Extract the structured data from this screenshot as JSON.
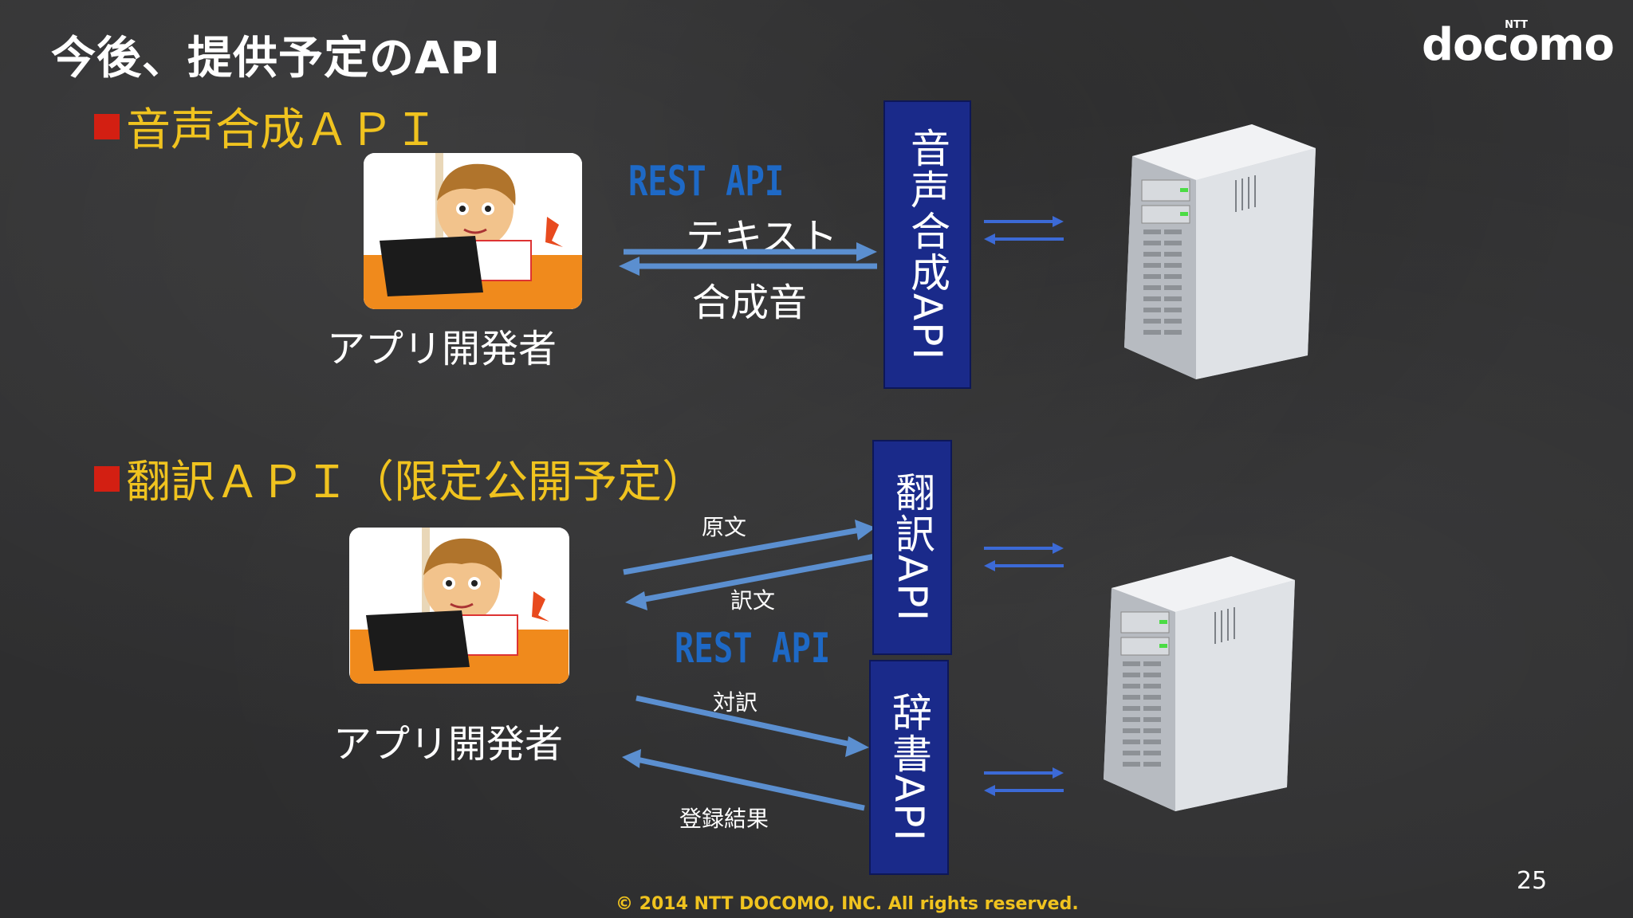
{
  "slide": {
    "title": "今後、提供予定のAPI",
    "logo": {
      "main": "docomo",
      "sup": "NTT"
    },
    "page_number": "25",
    "copyright": "© 2014  NTT DOCOMO, INC. All rights reserved."
  },
  "section1": {
    "heading": "音声合成ＡＰＩ",
    "developer_label": "アプリ開発者",
    "rest_api": "REST API",
    "request_label": "テキスト",
    "response_label": "合成音",
    "api_box": "音声合成API"
  },
  "section2": {
    "heading": "翻訳ＡＰＩ（限定公開予定）",
    "developer_label": "アプリ開発者",
    "rest_api": "REST API",
    "translate_request": "原文",
    "translate_response": "訳文",
    "dict_request": "対訳",
    "dict_response": "登録結果",
    "api_box_translate": "翻訳API",
    "api_box_dict": "辞書API"
  },
  "colors": {
    "heading": "#f0c31f",
    "bullet": "#d31f12",
    "rest_api": "#1e69c6",
    "api_box": "#1a2a8a",
    "arrow": "#5b8fd0"
  },
  "icons": [
    "developer-illustration",
    "server-icon",
    "bullet-square",
    "double-arrow"
  ]
}
